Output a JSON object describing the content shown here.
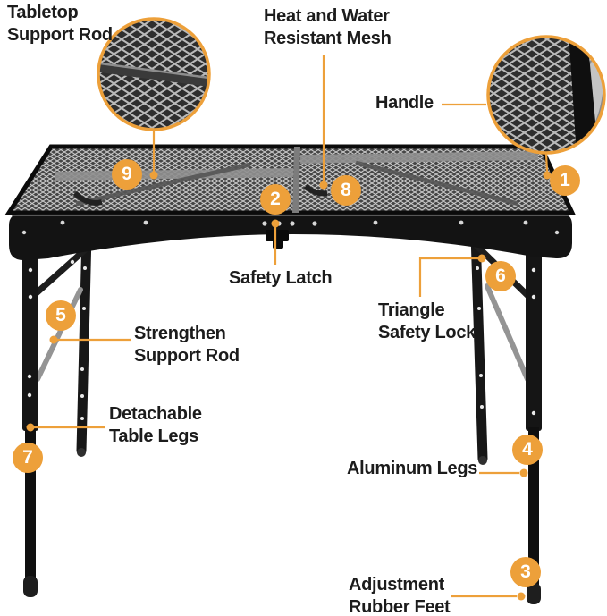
{
  "accent_color": "#EDA03A",
  "product": "Folding grill table feature diagram",
  "labels": {
    "tabletop_support_rod": "Tabletop\nSupport Rod",
    "heat_water_mesh": "Heat and Water\nResistant Mesh",
    "handle": "Handle",
    "safety_latch": "Safety Latch",
    "triangle_safety_lock": "Triangle\nSafety Lock",
    "strengthen_support_rod": "Strengthen\nSupport Rod",
    "detachable_table_legs": "Detachable\nTable Legs",
    "aluminum_legs": "Aluminum Legs",
    "adjustment_rubber_feet": "Adjustment\nRubber Feet"
  },
  "callouts": [
    {
      "number": "1",
      "feature": "Handle"
    },
    {
      "number": "2",
      "feature": "Safety Latch"
    },
    {
      "number": "3",
      "feature": "Adjustment Rubber Feet"
    },
    {
      "number": "4",
      "feature": "Aluminum Legs"
    },
    {
      "number": "5",
      "feature": "Strengthen Support Rod"
    },
    {
      "number": "6",
      "feature": "Triangle Safety Lock"
    },
    {
      "number": "7",
      "feature": "Detachable Table Legs"
    },
    {
      "number": "8",
      "feature": "Heat and Water Resistant Mesh"
    },
    {
      "number": "9",
      "feature": "Tabletop Support Rod"
    }
  ]
}
